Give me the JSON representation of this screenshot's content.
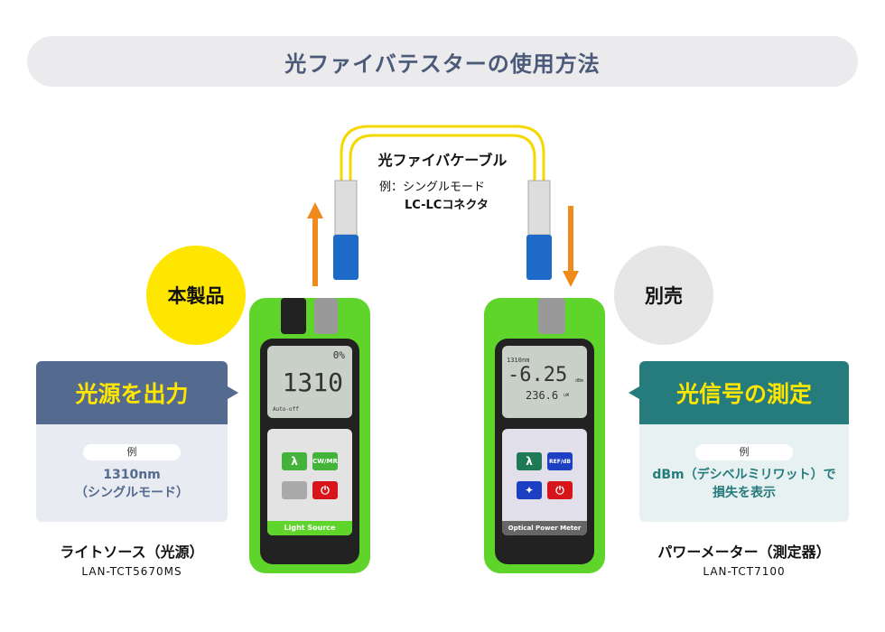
{
  "title": "光ファイバテスターの使用方法",
  "cable": {
    "title": "光ファイバケーブル",
    "example_label": "例：シングルモード",
    "example_value": "LC-LCコネクタ"
  },
  "left": {
    "badge": "本製品",
    "heading": "光源を出力",
    "example_tag": "例",
    "example_line1": "1310nm",
    "example_line2": "（シングルモード）",
    "name": "ライトソース（光源）",
    "model": "LAN-TCT5670MS",
    "device": {
      "lcd_top": "0%",
      "lcd_main": "1310",
      "lcd_small": "Auto-off",
      "btn_lambda": "λ",
      "btn_mode": "CW/MR",
      "btn_power": "⏻",
      "label": "Light Source"
    }
  },
  "right": {
    "badge": "別売",
    "heading": "光信号の測定",
    "example_tag": "例",
    "example_line1": "dBm（デシベルミリワット）で",
    "example_line2": "損失を表示",
    "name": "パワーメーター（測定器）",
    "model": "LAN-TCT7100",
    "device": {
      "lcd_top": "1310nm",
      "lcd_main": "-6.25",
      "lcd_unit": "dBm",
      "lcd_sub": "236.6",
      "lcd_sub_unit": "uW",
      "btn_lambda": "λ",
      "btn_ref": "REF/dB",
      "btn_light": "✦",
      "btn_power": "⏻",
      "label": "Optical Power Meter"
    }
  },
  "colors": {
    "left_header": "#546a8e",
    "right_header": "#267b7d",
    "accent_yellow": "#ffe600",
    "device_green": "#5fd42a",
    "arrow": "#f08a1c"
  }
}
